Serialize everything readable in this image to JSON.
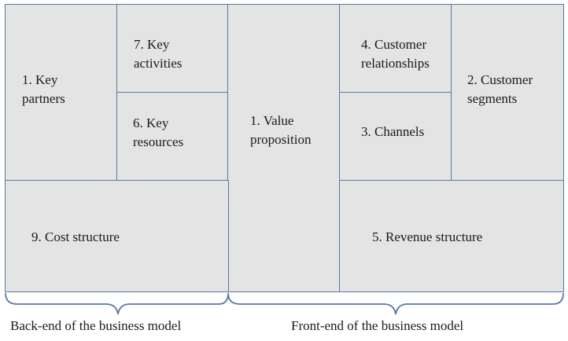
{
  "blocks": {
    "key_partners": [
      "1. Key",
      "partners"
    ],
    "key_activities": [
      "7. Key",
      "activities"
    ],
    "key_resources": [
      "6. Key",
      "resources"
    ],
    "value_proposition": [
      "1. Value",
      "proposition"
    ],
    "customer_relationships": [
      "4. Customer",
      "relationships"
    ],
    "channels": [
      "3. Channels"
    ],
    "customer_segments": [
      "2. Customer",
      "segments"
    ],
    "cost_structure": [
      "9. Cost structure"
    ],
    "revenue_structure": [
      "5. Revenue structure"
    ]
  },
  "captions": {
    "back_end": "Back-end of the business model",
    "front_end": "Front-end of the business model"
  },
  "colors": {
    "fill": "#e4e4e4",
    "border": "#5a78a8",
    "text": "#1a1a1a"
  }
}
